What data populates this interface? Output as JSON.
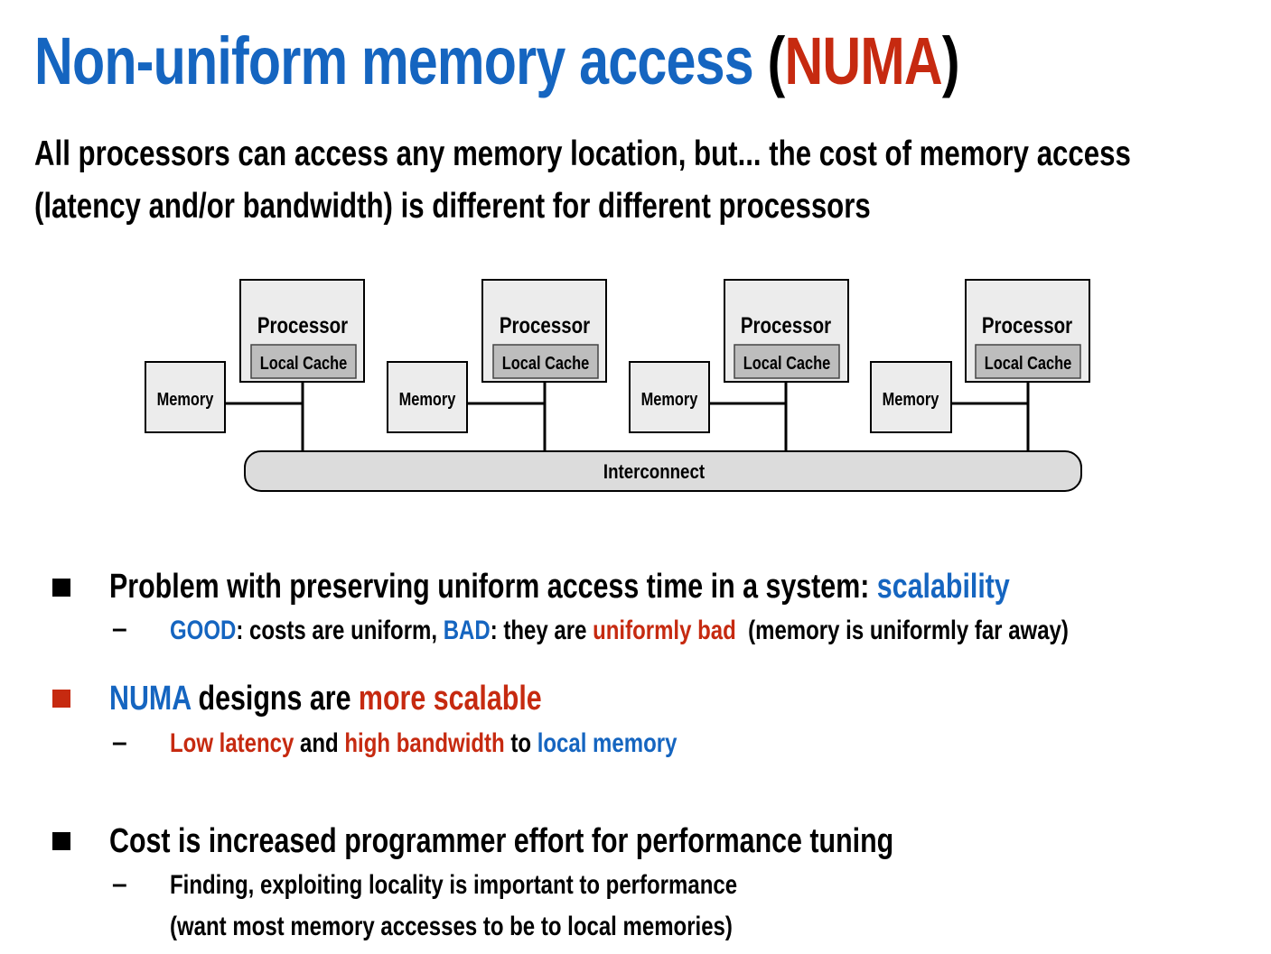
{
  "title": {
    "main": "Non-uniform memory access",
    "paren_open": "(",
    "acronym": "NUMA",
    "paren_close": ")"
  },
  "subtitle": {
    "line1": "All processors can access any memory location, but... the cost of memory access",
    "line2": "(latency and/or bandwidth) is different for different processors"
  },
  "diagram": {
    "nodes": [
      {
        "processor": "Processor",
        "cache": "Local Cache",
        "memory": "Memory"
      },
      {
        "processor": "Processor",
        "cache": "Local Cache",
        "memory": "Memory"
      },
      {
        "processor": "Processor",
        "cache": "Local Cache",
        "memory": "Memory"
      },
      {
        "processor": "Processor",
        "cache": "Local Cache",
        "memory": "Memory"
      }
    ],
    "interconnect": "Interconnect"
  },
  "bullets": {
    "b1": {
      "text": "Problem with preserving uniform access time in a system: ",
      "highlight": "scalability",
      "sub": {
        "good": "GOOD",
        "t1": ": costs are uniform, ",
        "bad": "BAD",
        "t2": ": they are ",
        "ubad": "uniformly bad",
        "t3": "  (memory is uniformly far away)"
      }
    },
    "b2": {
      "numa": "NUMA",
      "t1": " designs are ",
      "more": "more scalable",
      "sub": {
        "low": "Low latency",
        "and": " and ",
        "high": "high bandwidth",
        "to": " to ",
        "local": "local memory"
      }
    },
    "b3": {
      "text": "Cost is increased programmer effort for performance tuning",
      "sub1": "Finding, exploiting locality is important to performance",
      "sub2": "(want most memory accesses to be to local memories)"
    },
    "dash": "–"
  },
  "colors": {
    "blue": "#1565c0",
    "red": "#c62a10",
    "box_fill": "#ececec",
    "cache_fill": "#bdbdbd",
    "bus_fill": "#dcdcdc"
  }
}
